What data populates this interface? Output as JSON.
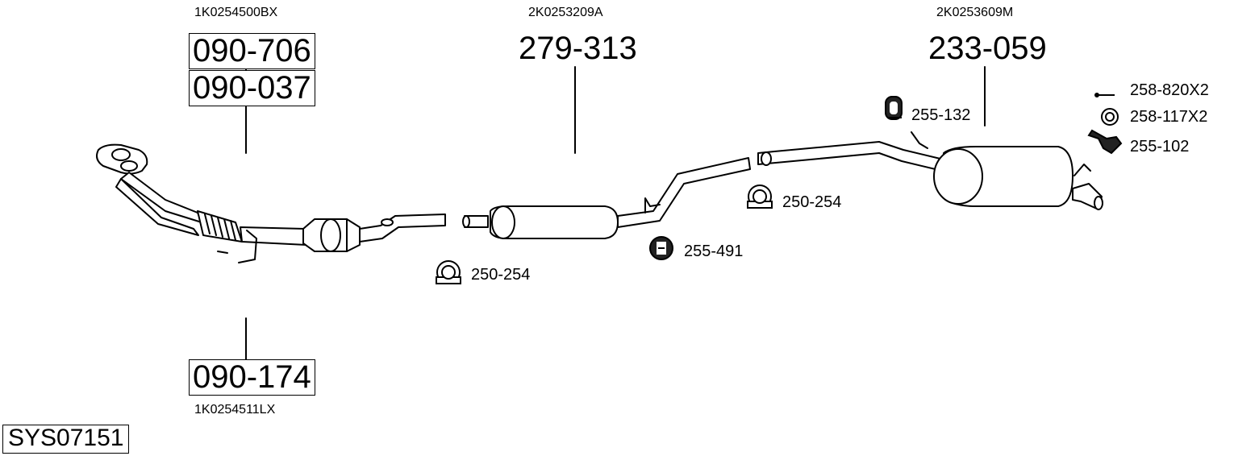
{
  "system_code": "SYS07151",
  "groups": {
    "front": {
      "oe_top": "1K0254500BX",
      "part_a": "090-706",
      "part_b": "090-037",
      "part_c": "090-174",
      "oe_bottom": "1K0254511LX"
    },
    "middle": {
      "oe": "2K0253209A",
      "part": "279-313"
    },
    "rear": {
      "oe": "2K0253609M",
      "part": "233-059"
    }
  },
  "accessories": {
    "clamp_1": "250-254",
    "clamp_2": "250-254",
    "rubber_mount_1": "255-491",
    "rubber_mount_2": "255-132",
    "bolt": "258-820X2",
    "ring": "258-117X2",
    "bracket": "255-102"
  }
}
